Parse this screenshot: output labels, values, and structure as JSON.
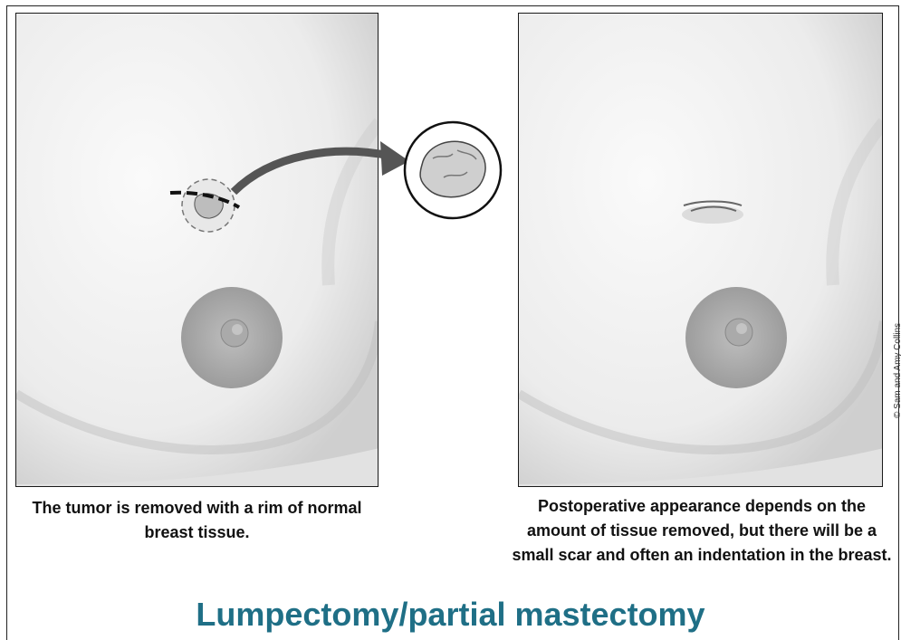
{
  "title": "Lumpectomy/partial mastectomy",
  "captions": {
    "left": "The tumor is removed with a rim of normal breast tissue.",
    "right": "Postoperative appearance depends on the amount of tissue removed, but there will be a small scar and often an indentation in the breast."
  },
  "copyright": "© Sam and Amy Collins",
  "colors": {
    "title": "#1f6f86",
    "skin": "#f2f2f2",
    "areola": "#9e9e9e",
    "arrow": "#555555"
  },
  "icons": {
    "arrow": "curved-arrow-icon",
    "tumor": "tumor-icon"
  }
}
